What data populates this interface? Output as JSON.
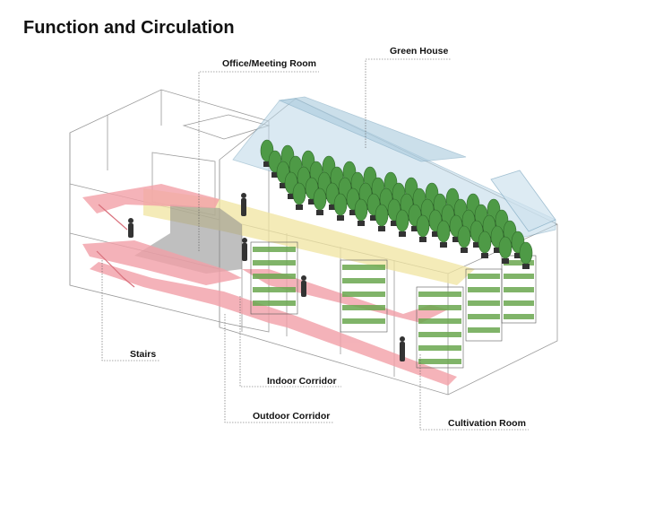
{
  "title": "Function and Circulation",
  "labels": {
    "office": "Office/Meeting Room",
    "greenhouse": "Green House",
    "stairs": "Stairs",
    "indoor_corridor": "Indoor Corridor",
    "outdoor_corridor": "Outdoor Corridor",
    "cultivation": "Cultivation Room"
  },
  "colors": {
    "circulation": "#f2a0a8",
    "office_zone": "#f0e4a0",
    "dark_zone": "#8a8a8a",
    "greenhouse_glass": "#bcd8e8",
    "plant": "#4e9a46",
    "outline": "#9a9a9a"
  }
}
